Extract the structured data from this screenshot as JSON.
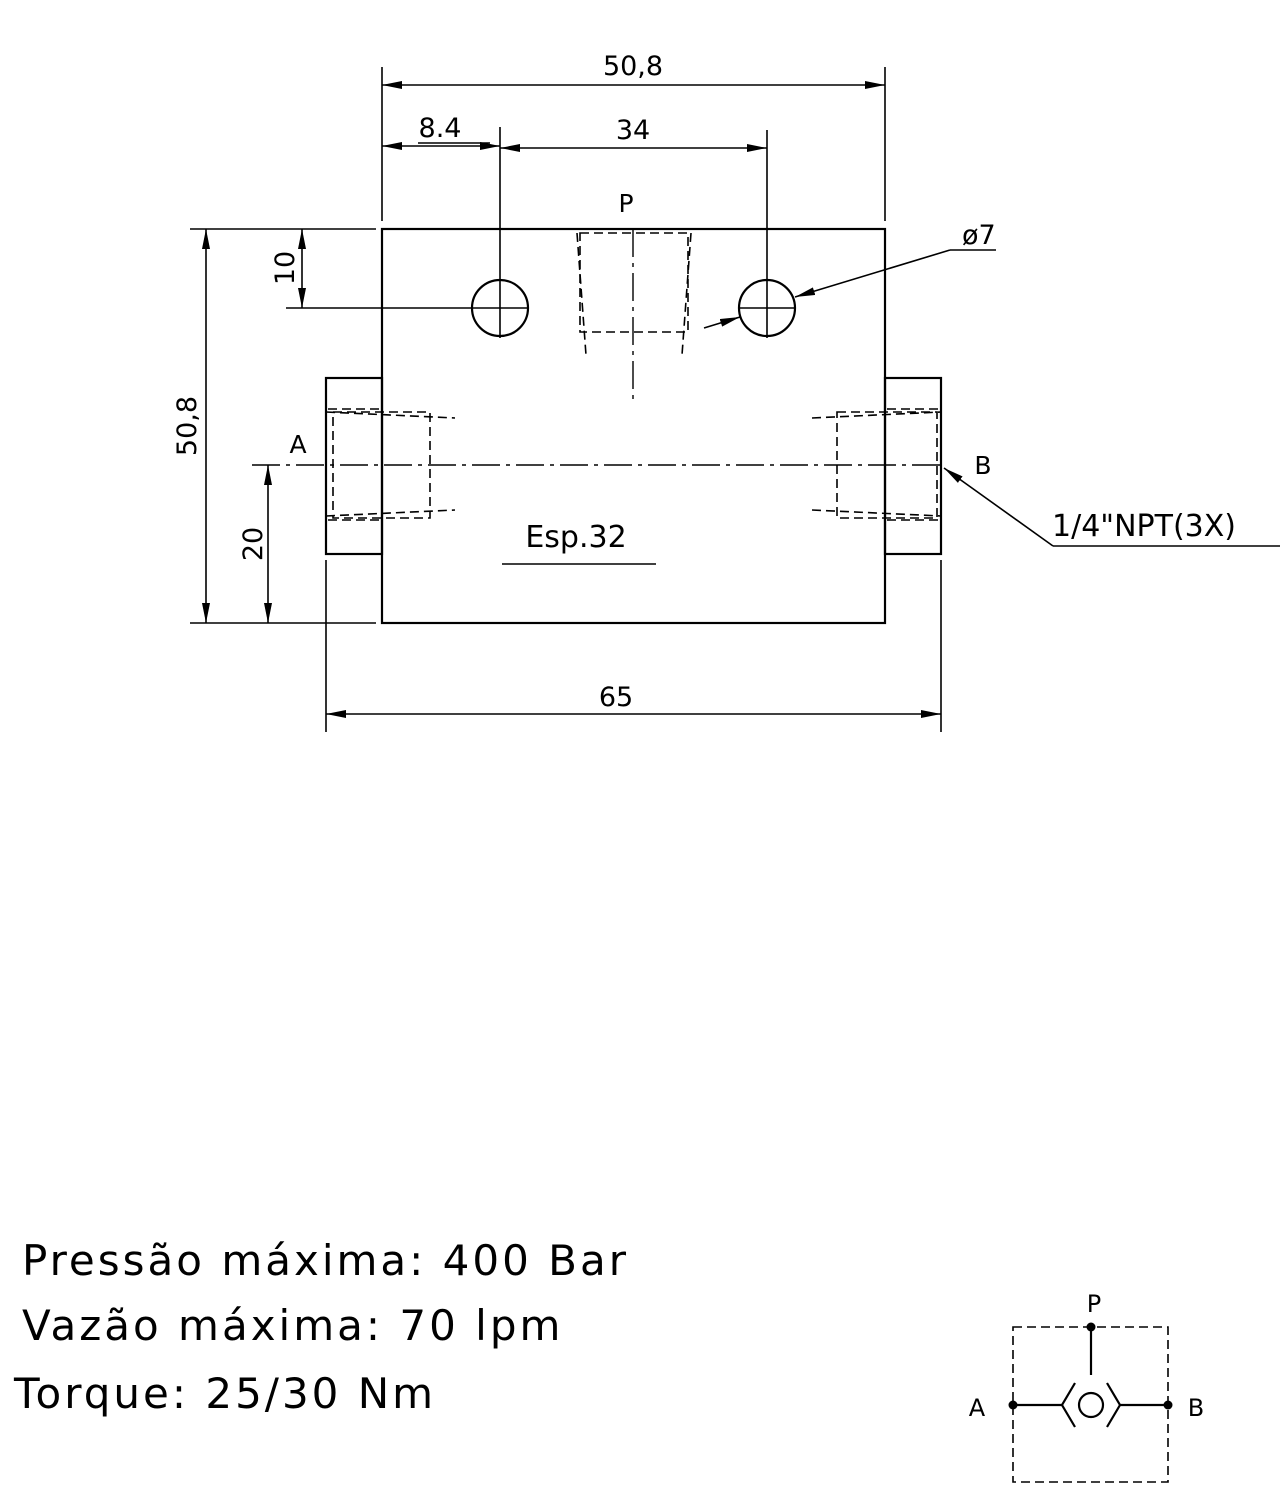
{
  "dimensions": {
    "top_width": "50,8",
    "hole_offset_x": "8.4",
    "hole_spacing": "34",
    "hole_offset_y": "10",
    "height": "50,8",
    "port_height": "20",
    "overall_width": "65"
  },
  "callouts": {
    "hole_diameter": "ø7",
    "thread": "1/4\"NPT(3X)",
    "thickness": "Esp.32"
  },
  "ports": {
    "pressure": "P",
    "a": "A",
    "b": "B"
  },
  "specs": {
    "pressure": "Pressão máxima: 400 Bar",
    "flow": "Vazão máxima: 70 lpm",
    "torque": "Torque: 25/30 Nm"
  },
  "symbol": {
    "p": "P",
    "a": "A",
    "b": "B"
  }
}
